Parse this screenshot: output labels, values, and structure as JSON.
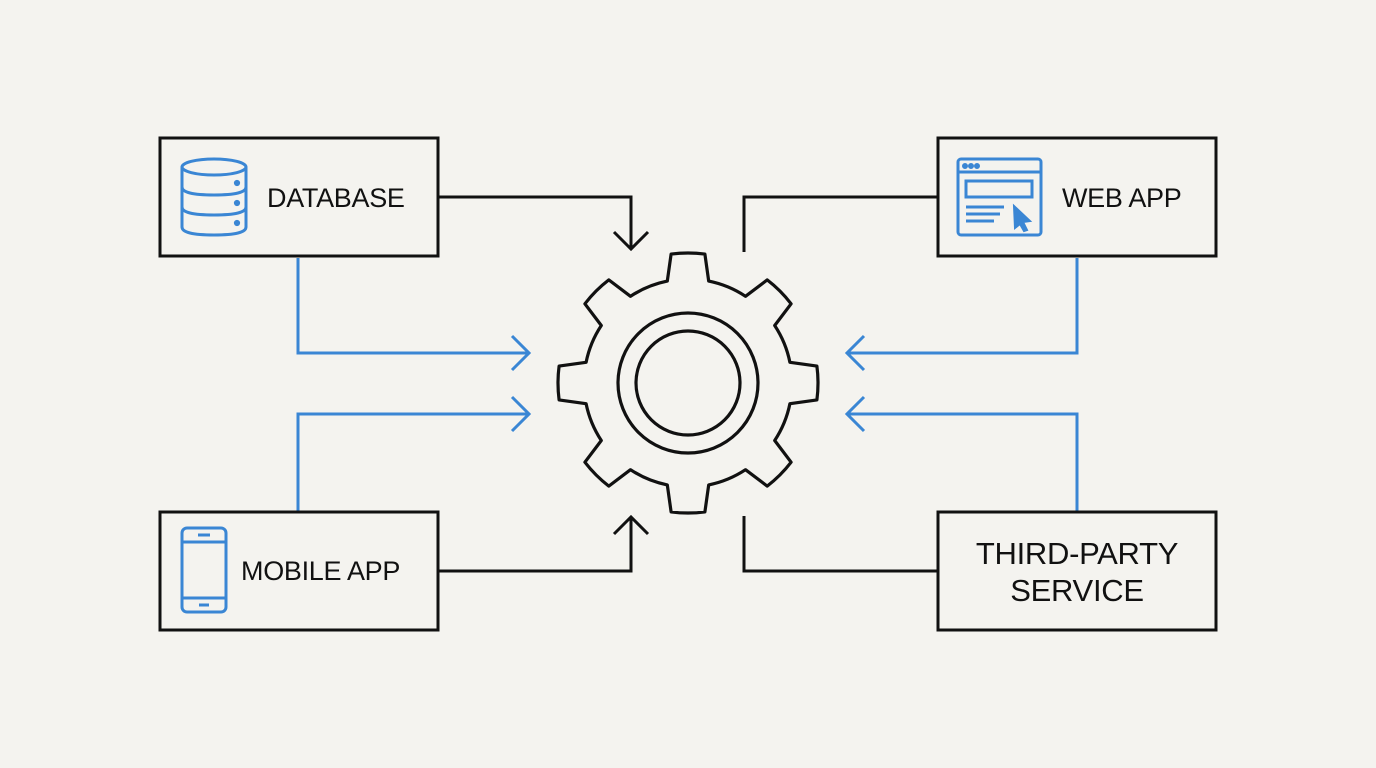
{
  "colors": {
    "background": "#f4f3ef",
    "ink": "#111111",
    "accent": "#3a86d4",
    "box_fill": "#f4f3ef"
  },
  "center": {
    "icon": "gear-icon"
  },
  "nodes": {
    "database": {
      "label": "DATABASE",
      "icon": "database-icon"
    },
    "web_app": {
      "label": "WEB APP",
      "icon": "browser-window-icon"
    },
    "mobile_app": {
      "label": "MOBILE APP",
      "icon": "smartphone-icon"
    },
    "third_party": {
      "label_line1": "THIRD-PARTY",
      "label_line2": "SERVICE"
    }
  },
  "connectors": [
    {
      "from": "database",
      "to": "gear",
      "style": "black-arrow"
    },
    {
      "from": "database",
      "to": "gear",
      "style": "blue-arrow"
    },
    {
      "from": "web_app",
      "to": "gear",
      "style": "black-line"
    },
    {
      "from": "web_app",
      "to": "gear",
      "style": "blue-arrow"
    },
    {
      "from": "mobile_app",
      "to": "gear",
      "style": "black-arrow"
    },
    {
      "from": "mobile_app",
      "to": "gear",
      "style": "blue-arrow"
    },
    {
      "from": "third_party",
      "to": "gear",
      "style": "black-line"
    },
    {
      "from": "third_party",
      "to": "gear",
      "style": "blue-arrow"
    }
  ]
}
